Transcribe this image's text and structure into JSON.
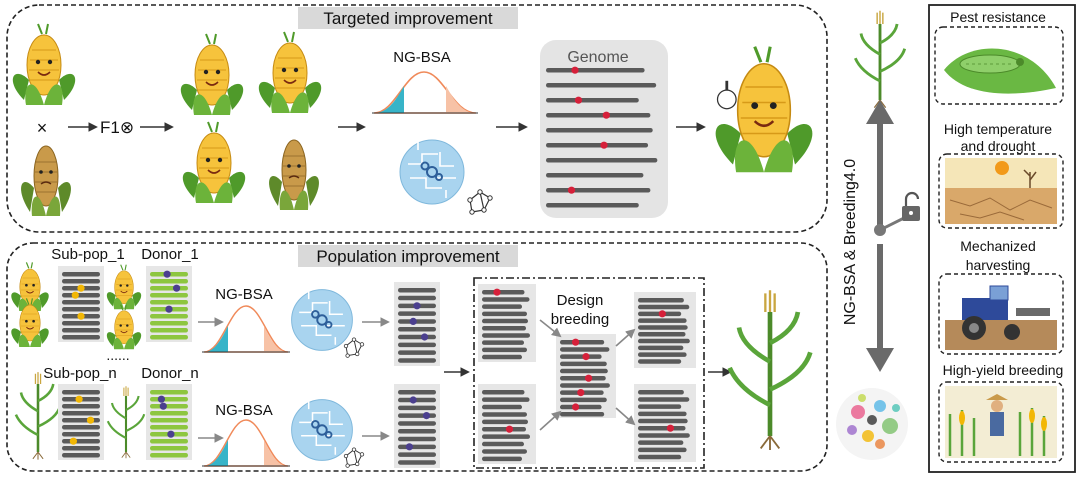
{
  "targeted": {
    "title": "Targeted improvement",
    "cross_symbol": "×",
    "f1_label": "F1⊗",
    "ngbsa_label": "NG-BSA",
    "genome_label": "Genome"
  },
  "population": {
    "title": "Population improvement",
    "subpop1_label": "Sub-pop_1",
    "donor1_label": "Donor_1",
    "subpopn_label": "Sub-pop_n",
    "donorn_label": "Donor_n",
    "ellipsis": "......",
    "ngbsa_label_top": "NG-BSA",
    "ngbsa_label_bottom": "NG-BSA",
    "design_label_1": "Design",
    "design_label_2": "breeding"
  },
  "center": {
    "vertical_label": "NG-BSA & Breeding4.0"
  },
  "traits": {
    "pest": "Pest resistance",
    "heat_1": "High temperature",
    "heat_2": "and drought",
    "mech_1": "Mechanized",
    "mech_2": "harvesting",
    "yield": "High-yield breeding"
  },
  "colors": {
    "dark_bar": "#5a5a5a",
    "green_bar": "#8dc63f",
    "red_marker": "#d6203a",
    "yellow_marker": "#f2b705",
    "purple_marker": "#4b3f8f",
    "curve_left_fill": "#37b4c8",
    "curve_right_fill": "#f7c2a6",
    "curve_line": "#f08a5a",
    "circle_fill": "#a9d4ef",
    "section_title_bg": "#d9d9d9"
  }
}
